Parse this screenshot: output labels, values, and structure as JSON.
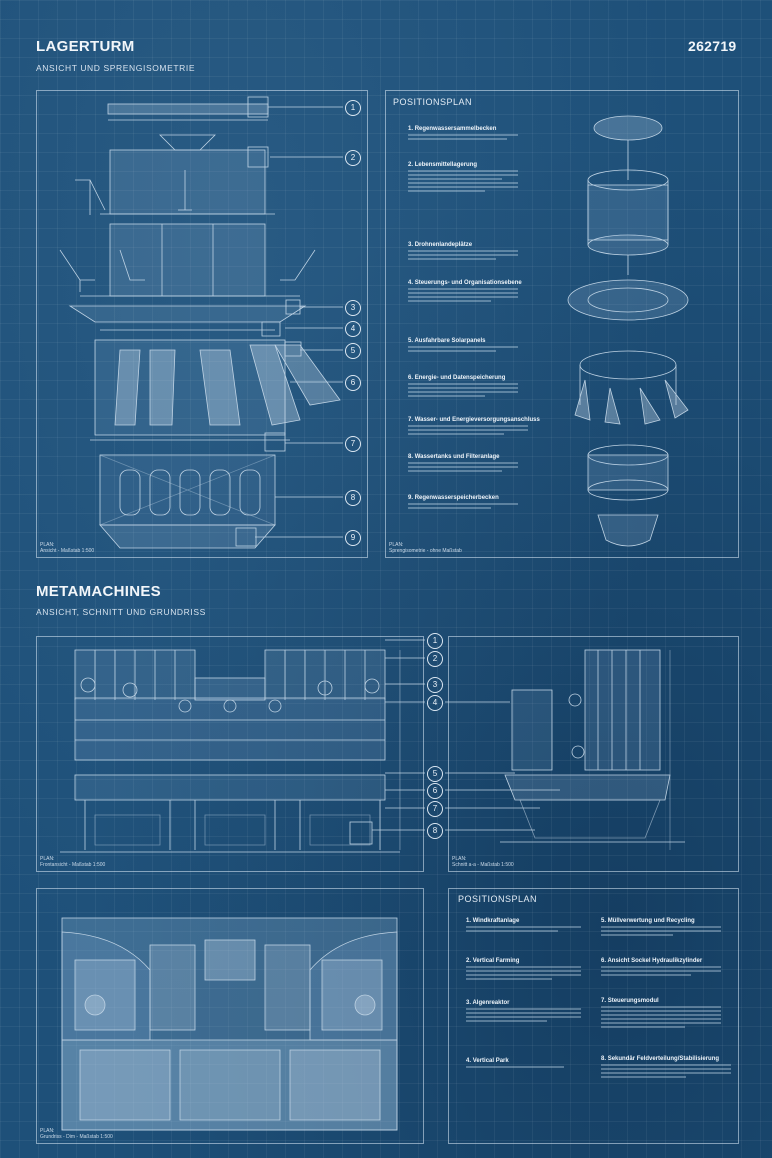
{
  "header": {
    "title": "LAGERTURM",
    "subtitle": "ANSICHT UND SPRENGISOMETRIE",
    "project_number": "262719"
  },
  "section1": {
    "elevation_caption_1": "PLAN:",
    "elevation_caption_2": "Ansicht - Maßstab 1:500",
    "positionsplan_label": "POSITIONSPLAN",
    "iso_caption_1": "PLAN:",
    "iso_caption_2": "Sprengisometrie - ohne Maßstab",
    "callouts": [
      "1",
      "2",
      "3",
      "4",
      "5",
      "6",
      "7",
      "8",
      "9"
    ],
    "positions": [
      {
        "num": "1.",
        "label": "Regenwassersammelbecken"
      },
      {
        "num": "2.",
        "label": "Lebensmittellagerung"
      },
      {
        "num": "3.",
        "label": "Drohnenlandeplätze"
      },
      {
        "num": "4.",
        "label": "Steuerungs- und Organisationsebene"
      },
      {
        "num": "5.",
        "label": "Ausfahrbare Solarpanels"
      },
      {
        "num": "6.",
        "label": "Energie- und Datenspeicherung"
      },
      {
        "num": "7.",
        "label": "Wasser- und Energieversorgungsanschluss"
      },
      {
        "num": "8.",
        "label": "Wassertanks und Filteranlage"
      },
      {
        "num": "9.",
        "label": "Regenwasserspeicherbecken"
      }
    ]
  },
  "section2": {
    "title": "METAMACHINES",
    "subtitle": "ANSICHT, SCHNITT UND GRUNDRISS",
    "elevation_caption_1": "PLAN:",
    "elevation_caption_2": "Frontansicht - Maßstab 1:500",
    "section_caption_1": "PLAN:",
    "section_caption_2": "Schnitt a-a - Maßstab 1:500",
    "plan_caption_1": "PLAN:",
    "plan_caption_2": "Grundriss - Dim - Maßstab 1:500",
    "callouts_left": [
      "1",
      "2",
      "3",
      "4",
      "5",
      "6",
      "7",
      "8"
    ],
    "positionsplan_label": "POSITIONSPLAN",
    "positions_left": [
      {
        "num": "1.",
        "label": "Windkraftanlage"
      },
      {
        "num": "2.",
        "label": "Vertical Farming"
      },
      {
        "num": "3.",
        "label": "Algenreaktor"
      },
      {
        "num": "4.",
        "label": "Vertical Park"
      }
    ],
    "positions_right": [
      {
        "num": "5.",
        "label": "Müllverwertung und Recycling"
      },
      {
        "num": "6.",
        "label": "Ansicht Sockel Hydraulikzylinder"
      },
      {
        "num": "7.",
        "label": "Steuerungsmodul"
      },
      {
        "num": "8.",
        "label": "Sekundär Feldverteilung/Stabilisierung"
      }
    ]
  },
  "colors": {
    "background": "#1e5079",
    "line": "#dbe7f2",
    "accent": "#9fc3e0"
  }
}
